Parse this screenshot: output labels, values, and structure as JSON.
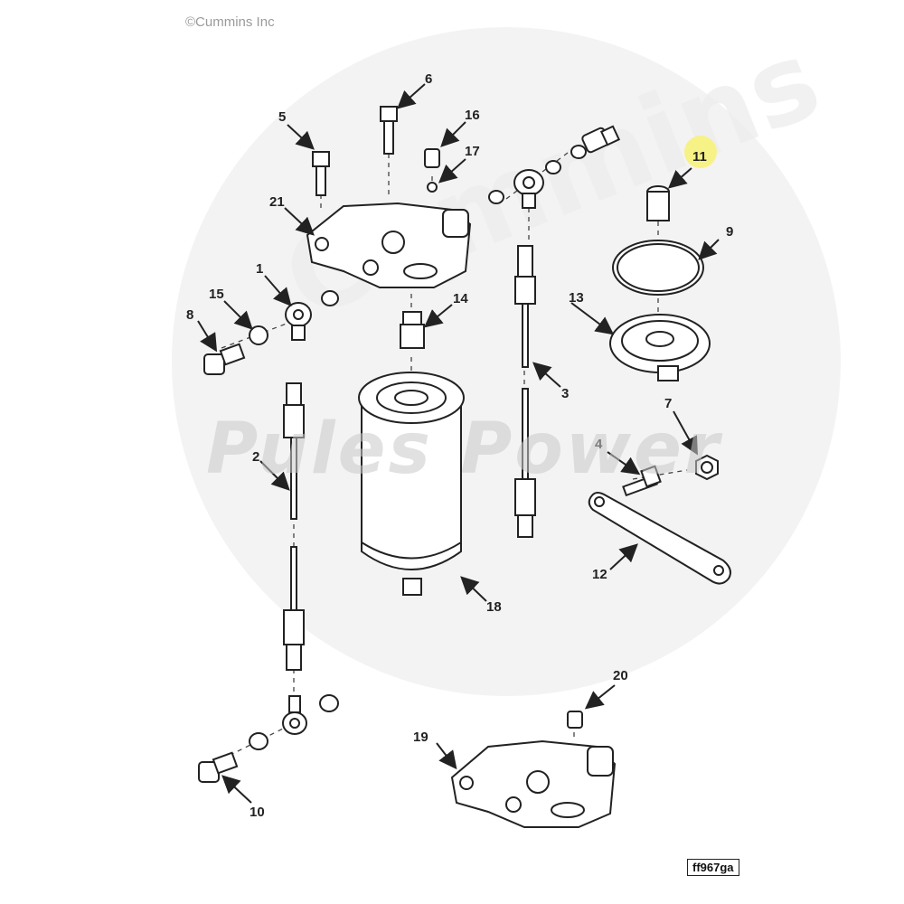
{
  "copyright": "©Cummins Inc",
  "watermark": {
    "main": "Pules Power",
    "brand": "Cummins"
  },
  "figure_id": "ff967ga",
  "highlight_color": "#f7f27a",
  "callouts": {
    "c1": "1",
    "c2": "2",
    "c3": "3",
    "c4": "4",
    "c5": "5",
    "c6": "6",
    "c7": "7",
    "c8": "8",
    "c9": "9",
    "c10": "10",
    "c11": "11",
    "c12": "12",
    "c13": "13",
    "c14": "14",
    "c15": "15",
    "c16": "16",
    "c17": "17",
    "c18": "18",
    "c19": "19",
    "c20": "20",
    "c21": "21"
  }
}
